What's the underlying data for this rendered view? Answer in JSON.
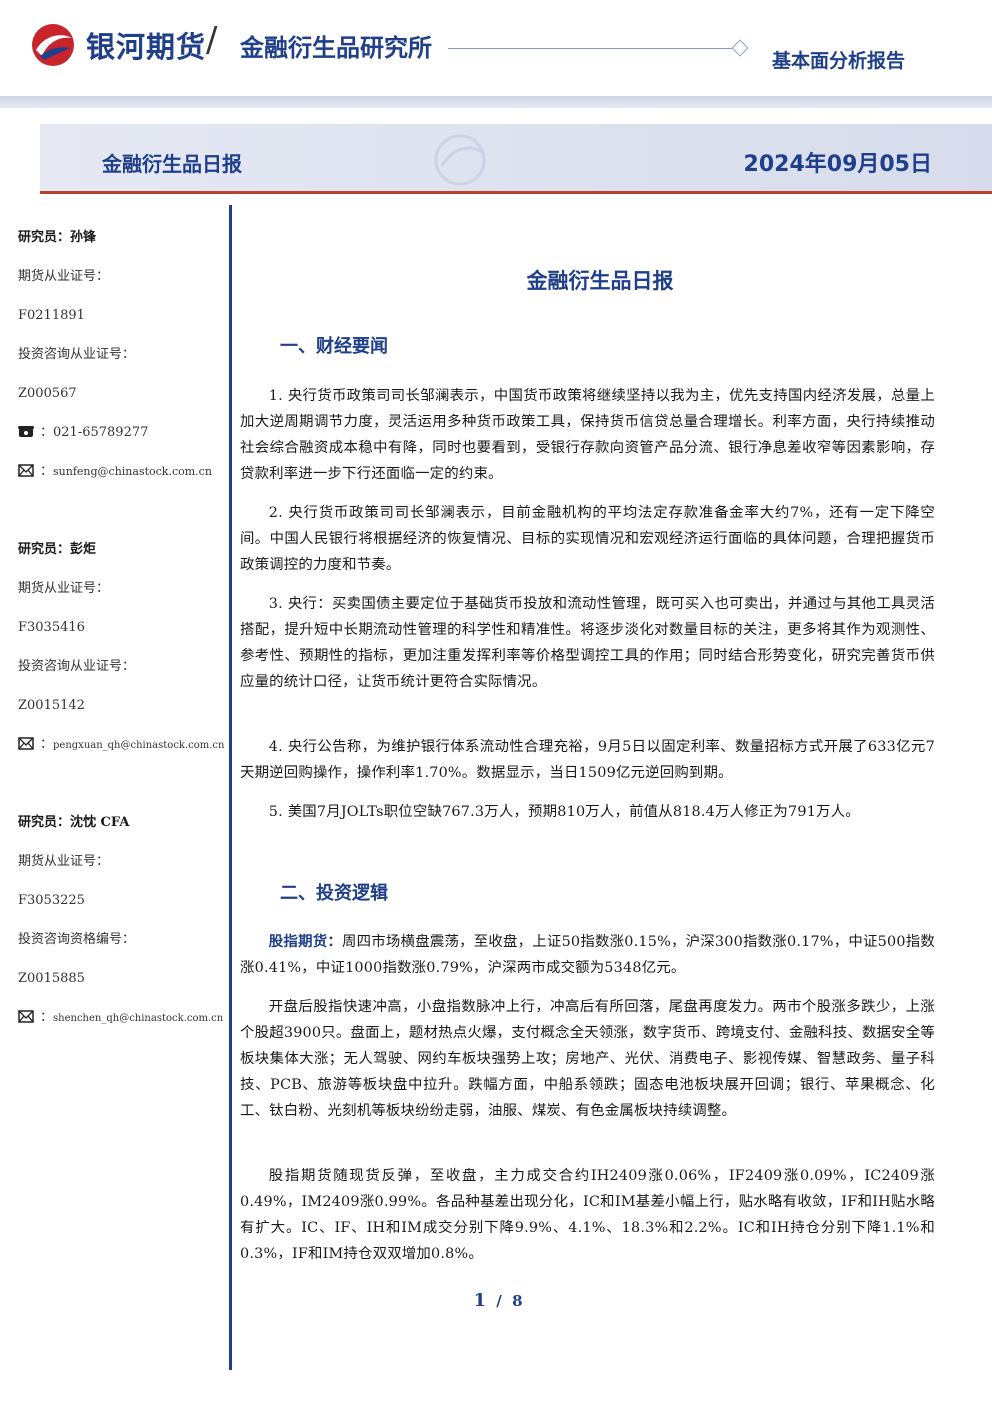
{
  "header": {
    "brand": "银河期货",
    "slash": "/",
    "institute": "金融衍生品研究所",
    "report_type": "基本面分析报告"
  },
  "banner": {
    "title": "金融衍生品日报",
    "date": "2024年09月05日"
  },
  "researchers": [
    {
      "name": "研究员：孙锋",
      "futures_cert_label": "期货从业证号：",
      "futures_cert": "F0211891",
      "advisory_cert_label": "投资咨询从业证号：",
      "advisory_cert": "Z000567",
      "phone": "021-65789277",
      "email": "sunfeng@chinastock.com.cn"
    },
    {
      "name": "研究员：彭炬",
      "futures_cert_label": "期货从业证号：",
      "futures_cert": "F3035416",
      "advisory_cert_label": "投资咨询从业证号：",
      "advisory_cert": "Z0015142",
      "email": "pengxuan_qh@chinastock.com.cn"
    },
    {
      "name": "研究员：沈忱 CFA",
      "futures_cert_label": "期货从业证号：",
      "futures_cert": "F3053225",
      "advisory_cert_label": "投资咨询资格编号：",
      "advisory_cert": "Z0015885",
      "email": "shenchen_qh@chinastock.com.cn"
    }
  ],
  "icons": {
    "phone": "phone-icon",
    "email": "envelope-icon"
  },
  "document": {
    "title": "金融衍生品日报",
    "section1": "一、财经要闻",
    "news": [
      "1. 央行货币政策司司长邹澜表示，中国货币政策将继续坚持以我为主，优先支持国内经济发展，总量上加大逆周期调节力度，灵活运用多种货币政策工具，保持货币信贷总量合理增长。利率方面，央行持续推动社会综合融资成本稳中有降，同时也要看到，受银行存款向资管产品分流、银行净息差收窄等因素影响，存贷款利率进一步下行还面临一定的约束。",
      "2. 央行货币政策司司长邹澜表示，目前金融机构的平均法定存款准备金率大约7%，还有一定下降空间。中国人民银行将根据经济的恢复情况、目标的实现情况和宏观经济运行面临的具体问题，合理把握货币政策调控的力度和节奏。",
      "3. 央行：买卖国债主要定位于基础货币投放和流动性管理，既可买入也可卖出，并通过与其他工具灵活搭配，提升短中长期流动性管理的科学性和精准性。将逐步淡化对数量目标的关注，更多将其作为观测性、参考性、预期性的指标，更加注重发挥利率等价格型调控工具的作用；同时结合形势变化，研究完善货币供应量的统计口径，让货币统计更符合实际情况。",
      "4. 央行公告称，为维护银行体系流动性合理充裕，9月5日以固定利率、数量招标方式开展了633亿元7天期逆回购操作，操作利率1.70%。数据显示，当日1509亿元逆回购到期。",
      "5. 美国7月JOLTs职位空缺767.3万人，预期810万人，前值从818.4万人修正为791万人。"
    ],
    "section2": "二、投资逻辑",
    "logic_label": "股指期货：",
    "logic": [
      "周四市场横盘震荡，至收盘，上证50指数涨0.15%，沪深300指数涨0.17%，中证500指数涨0.41%，中证1000指数涨0.79%，沪深两市成交额为5348亿元。",
      "开盘后股指快速冲高，小盘指数脉冲上行，冲高后有所回落，尾盘再度发力。两市个股涨多跌少，上涨个股超3900只。盘面上，题材热点火爆，支付概念全天领涨，数字货币、跨境支付、金融科技、数据安全等板块集体大涨；无人驾驶、网约车板块强势上攻；房地产、光伏、消费电子、影视传媒、智慧政务、量子科技、PCB、旅游等板块盘中拉升。跌幅方面，中船系领跌；固态电池板块展开回调；银行、苹果概念、化工、钛白粉、光刻机等板块纷纷走弱，油服、煤炭、有色金属板块持续调整。",
      "股指期货随现货反弹，至收盘，主力成交合约IH2409涨0.06%，IF2409涨0.09%，IC2409涨0.49%，IM2409涨0.99%。各品种基差出现分化，IC和IM基差小幅上行，贴水略有收敛，IF和IH贴水略有扩大。IC、IF、IH和IM成交分别下降9.9%、4.1%、18.3%和2.2%。IC和IH持仓分别下降1.1%和0.3%，IF和IM持仓双双增加0.8%。"
    ]
  },
  "page": {
    "current": "1",
    "sep": "/",
    "total": "8"
  }
}
